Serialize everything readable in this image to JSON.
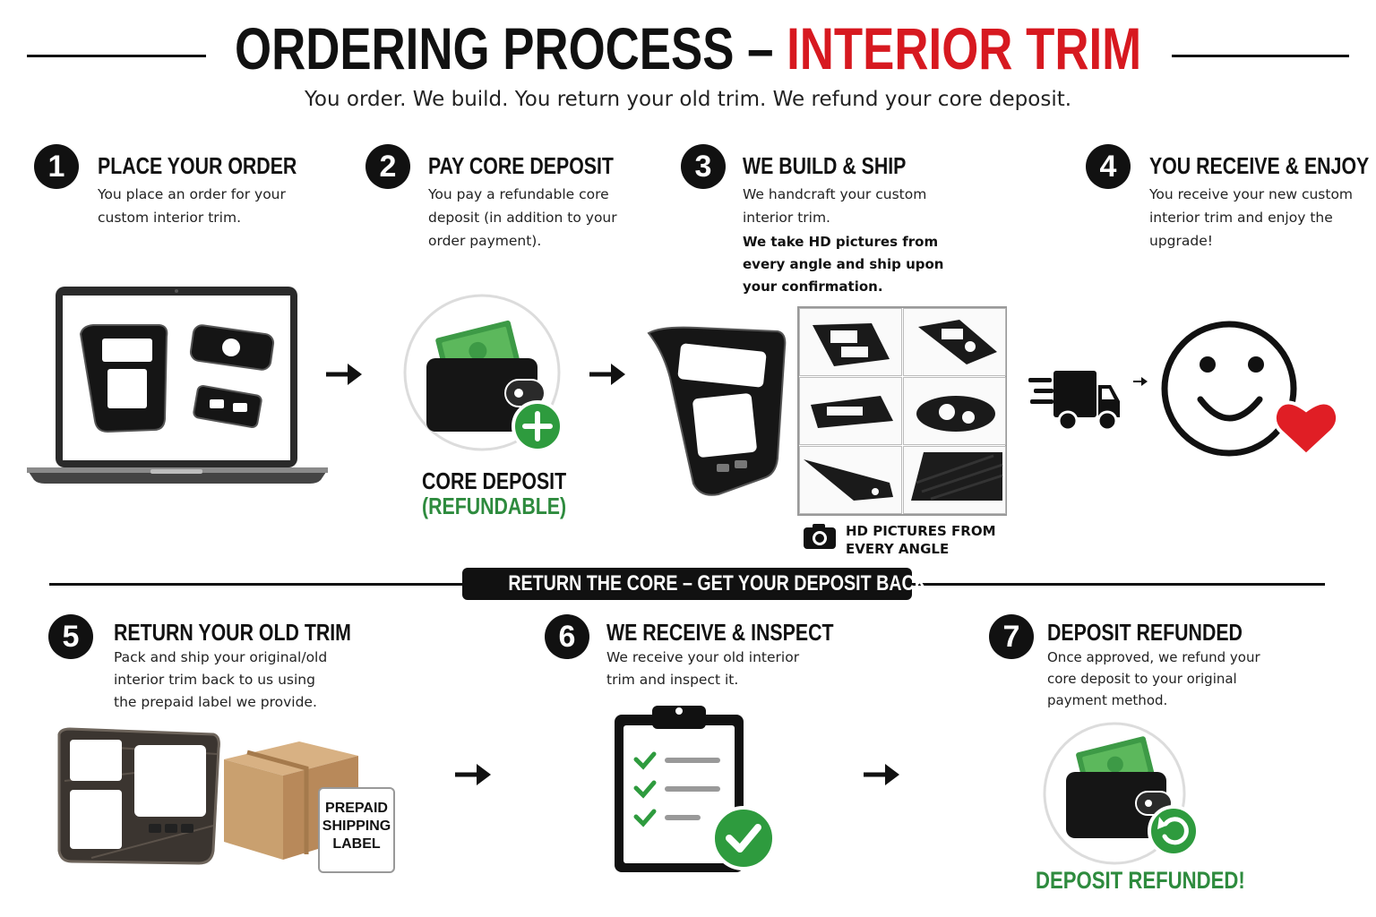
{
  "header": {
    "title_main": "ORDERING PROCESS – ",
    "title_accent": "INTERIOR TRIM",
    "subtitle": "You order. We build. You return your old trim. We refund your core deposit."
  },
  "colors": {
    "accent_red": "#d71920",
    "refund_green": "#2e8b3e",
    "heart_red": "#e01e25",
    "text_black": "#111111"
  },
  "steps": [
    {
      "number": "1",
      "title": "PLACE YOUR ORDER",
      "desc_lines": [
        "You place an order for your",
        "custom interior trim."
      ],
      "icon": "laptop-icon"
    },
    {
      "number": "2",
      "title": "PAY CORE DEPOSIT",
      "desc_lines": [
        "You pay a refundable core",
        "deposit (in addition to your",
        "order payment)."
      ],
      "icon": "wallet-plus-icon"
    },
    {
      "number": "3",
      "title": "WE BUILD & SHIP",
      "desc_lines": [
        "We handcraft your custom",
        "interior trim."
      ],
      "bold_lines": [
        "We take HD pictures from",
        "every angle and ship upon",
        "your confirmation."
      ],
      "icon": "trim-photos-icon"
    },
    {
      "number": "4",
      "title": "YOU RECEIVE & ENJOY",
      "desc_lines": [
        "You receive your new custom",
        "interior trim and enjoy the",
        "upgrade!"
      ],
      "icon": "smiley-heart-icon"
    },
    {
      "number": "5",
      "title": "RETURN YOUR OLD TRIM",
      "desc_lines": [
        "Pack and ship your original/old",
        "interior trim back to us using",
        "the prepaid label we provide."
      ],
      "icon": "box-icon"
    },
    {
      "number": "6",
      "title": "WE RECEIVE & INSPECT",
      "desc_lines": [
        "We receive your old interior",
        "trim and inspect it."
      ],
      "icon": "clipboard-check-icon"
    },
    {
      "number": "7",
      "title": "DEPOSIT REFUNDED",
      "desc_lines": [
        "Once approved, we refund your",
        "core deposit to your original",
        "payment method."
      ],
      "icon": "wallet-refund-icon"
    }
  ],
  "labels": {
    "core_deposit": "CORE DEPOSIT",
    "refundable": "(REFUNDABLE)",
    "hd_pictures_line1": "HD PICTURES FROM",
    "hd_pictures_line2": "EVERY ANGLE",
    "banner": "RETURN THE CORE – GET YOUR DEPOSIT BACK",
    "prepaid_line1": "PREPAID",
    "prepaid_line2": "SHIPPING",
    "prepaid_line3": "LABEL",
    "deposit_refunded": "DEPOSIT REFUNDED!"
  }
}
